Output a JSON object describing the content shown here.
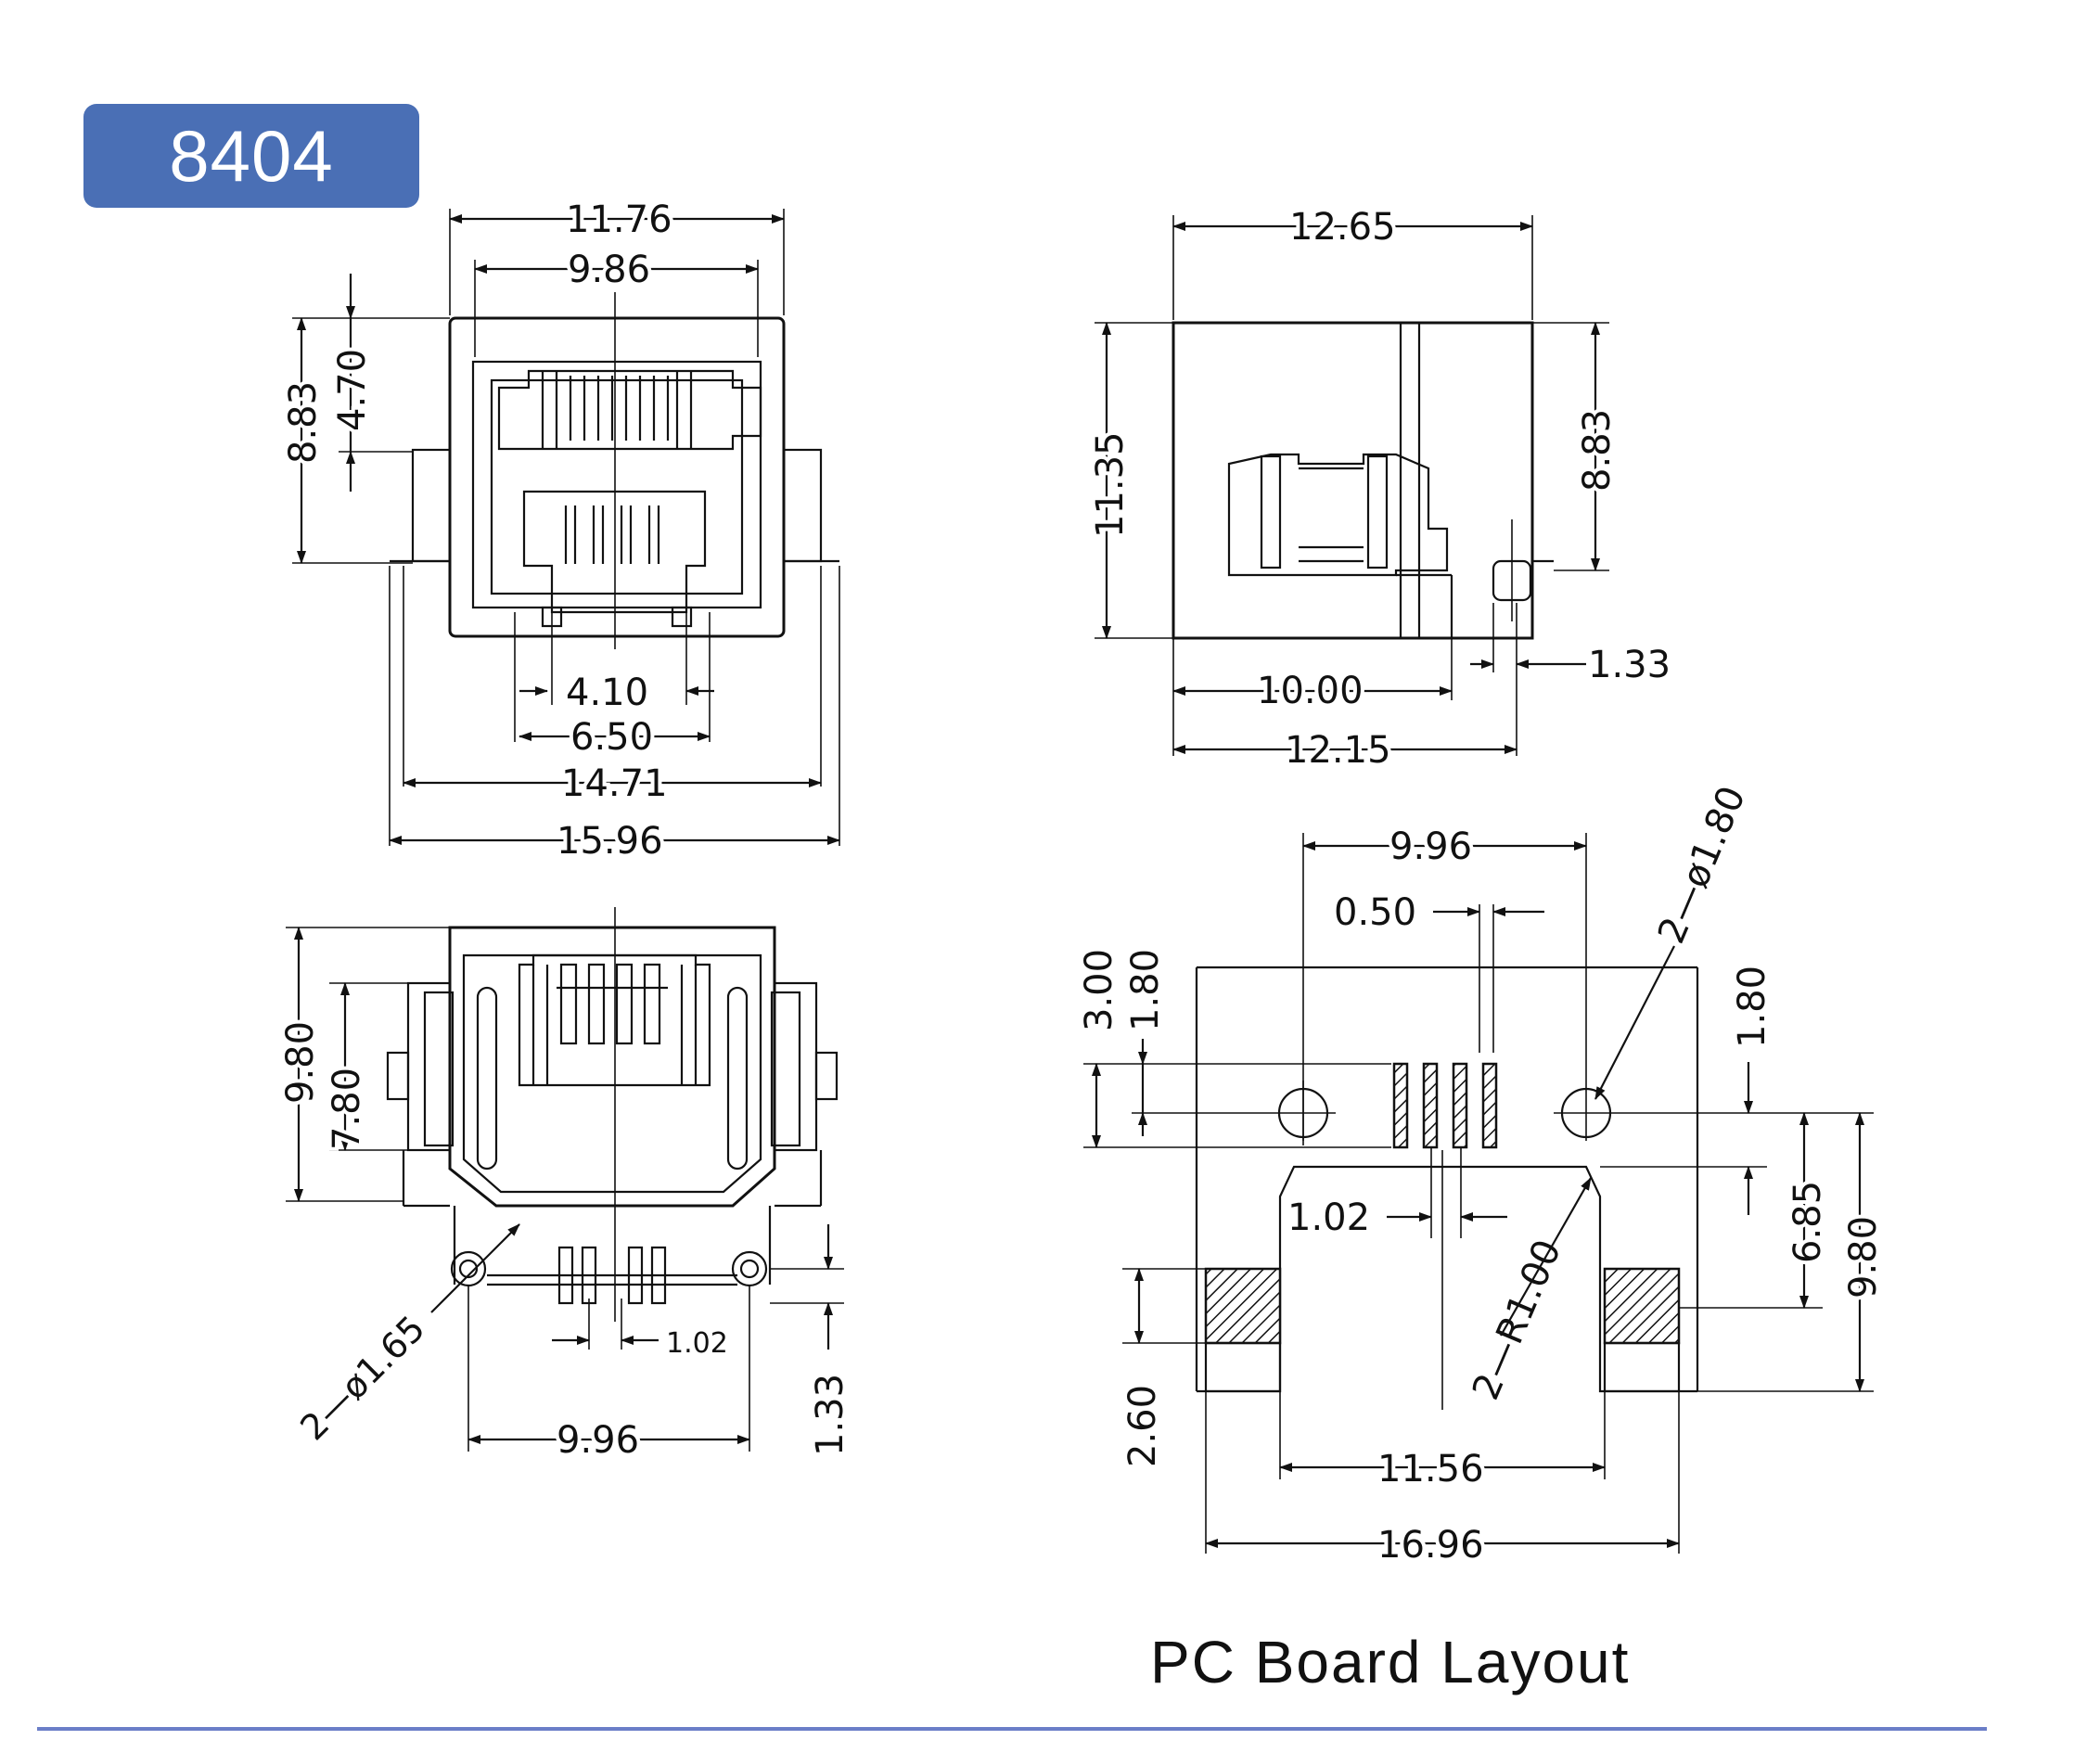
{
  "part_number": "8404",
  "caption": "PC  Board Layout",
  "front_view": {
    "w_outer": "11.76",
    "w_inner": "9.86",
    "h_total": "8.83",
    "h_upper": "4.70",
    "w_410": "4.10",
    "w_650": "6.50",
    "w_1471": "14.71",
    "w_1596": "15.96"
  },
  "side_view": {
    "w_top": "12.65",
    "h_left": "11.35",
    "h_right": "8.83",
    "post": "1.33",
    "w_body": "10.00",
    "w_base": "12.15"
  },
  "bottom_view": {
    "h_outer": "9.80",
    "h_inner": "7.80",
    "hole": "2—ø1.65",
    "pitch": "1.02",
    "post": "1.33",
    "span": "9.96"
  },
  "pcb_layout": {
    "span_top": "9.96",
    "pad_w": "0.50",
    "d300": "3.00",
    "d180_left": "1.80",
    "hole": "2—ø1.80",
    "d180_right": "1.80",
    "pitch": "1.02",
    "radius": "2—R1.00",
    "d685": "6.85",
    "d980": "9.80",
    "d260": "2.60",
    "w1156": "11.56",
    "w1696": "16.96"
  }
}
